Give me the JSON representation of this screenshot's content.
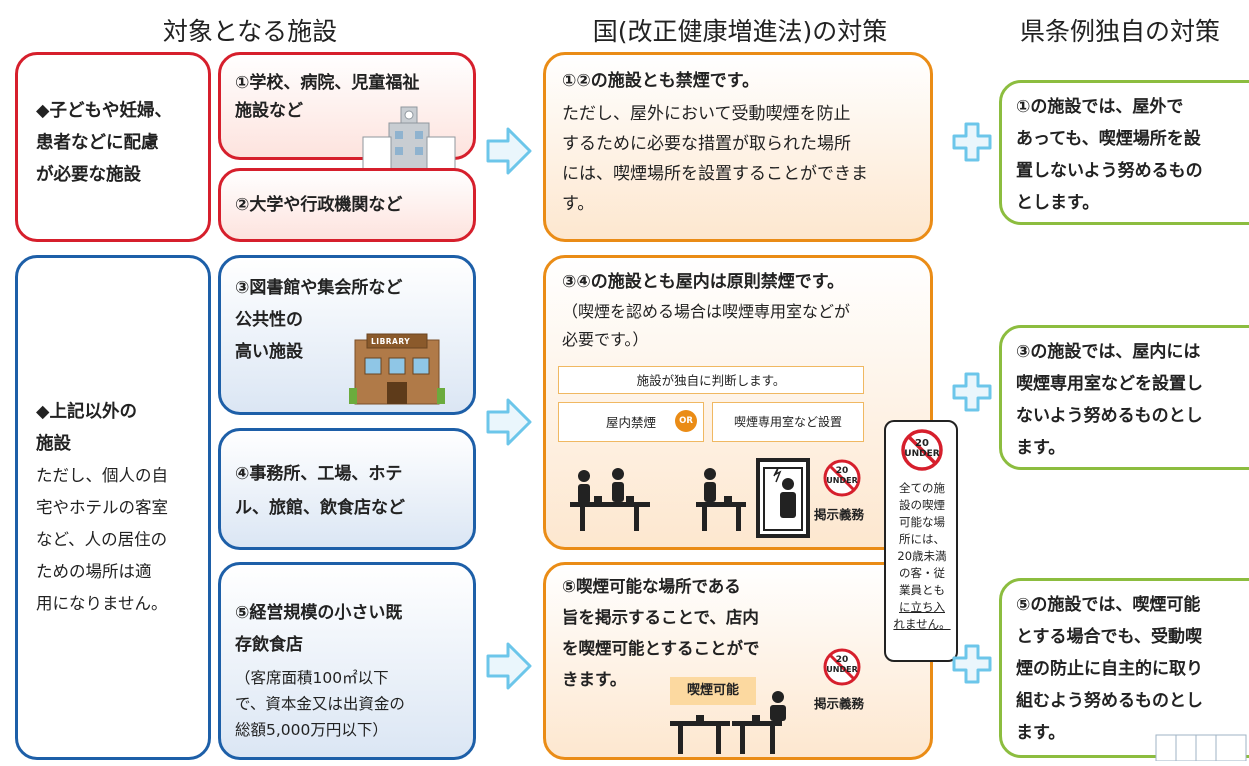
{
  "headers": {
    "target": "対象となる施設",
    "national": "国(改正健康増進法)の対策",
    "prefecture": "県条例独自の対策"
  },
  "group1": {
    "text_lines": [
      "◆子どもや妊婦、",
      "患者などに配慮",
      "が必要な施設"
    ]
  },
  "group2": {
    "title_lines": [
      "◆上記以外の",
      "施設"
    ],
    "note_lines": [
      "ただし、個人の自",
      "宅やホテルの客室",
      "など、人の居住の",
      "ための場所は適",
      "用になりません。"
    ]
  },
  "facilities": {
    "f1_lines": [
      "①学校、病院、児童福祉",
      "施設など"
    ],
    "f2": "②大学や行政機関など",
    "f3_lines": [
      "③図書館や集会所など",
      "公共性の",
      "高い施設"
    ],
    "f4_lines": [
      "④事務所、工場、ホテ",
      "ル、旅館、飲食店など"
    ],
    "f5_lines": [
      "⑤経営規模の小さい既",
      "存飲食店"
    ],
    "f5_note_lines": [
      "（客席面積100㎡以下",
      "で、資本金又は出資金の",
      "総額5,000万円以下）"
    ],
    "library_sign": "LIBRARY"
  },
  "national": {
    "n1_title": "①②の施設とも禁煙です。",
    "n1_body_lines": [
      "ただし、屋外において受動喫煙を防止",
      "するために必要な措置が取られた場所",
      "には、喫煙場所を設置することができま",
      "す。"
    ],
    "n2_title": "③④の施設とも屋内は原則禁煙です。",
    "n2_body_lines": [
      "（喫煙を認める場合は喫煙専用室などが",
      "必要です。）"
    ],
    "judge": "施設が独自に判断します。",
    "indoor_ban": "屋内禁煙",
    "or": "OR",
    "smoking_room": "喫煙専用室など設置",
    "n3_lines": [
      "⑤喫煙可能な場所である",
      "旨を掲示することで、店内",
      "を喫煙可能とすることがで",
      "きます。"
    ],
    "smoking_ok": "喫煙可能",
    "notice_required": "掲示義務"
  },
  "under20": {
    "badge_top": "20",
    "badge_bottom": "UNDER",
    "note_lines": [
      "全ての施",
      "設の喫煙",
      "可能な場",
      "所には、",
      "20歳未満",
      "の客・従",
      "業員とも"
    ],
    "note_underline_lines": [
      "に立ち入",
      "れません。"
    ]
  },
  "prefecture": {
    "p1_lines": [
      "①の施設では、屋外で",
      "あっても、喫煙場所を設",
      "置しないよう努めるもの",
      "とします。"
    ],
    "p2_lines": [
      "③の施設では、屋内には",
      "喫煙専用室などを設置し",
      "ないよう努めるものとし",
      "ます。"
    ],
    "p3_lines": [
      "⑤の施設では、喫煙可能",
      "とする場合でも、受動喫",
      "煙の防止に自主的に取り",
      "組むよう努めるものとし",
      "ます。"
    ]
  },
  "colors": {
    "red": "#d61f2c",
    "blue": "#1d5fa8",
    "orange": "#ea8c16",
    "green": "#8cbd3f",
    "arrow": "#6cc6ea"
  }
}
